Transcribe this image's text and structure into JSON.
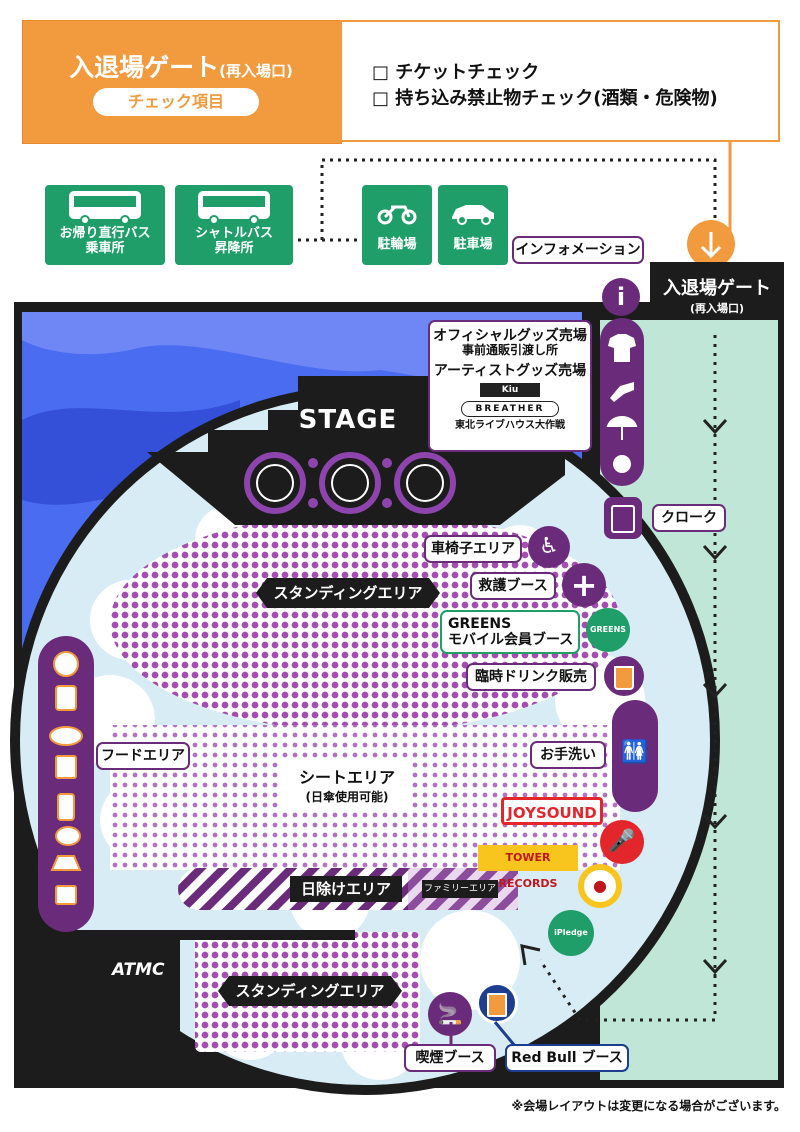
{
  "header": {
    "title": "入退場ゲート",
    "title_suffix": "(再入場口)",
    "badge": "チェック項目",
    "checklist": [
      "□ チケットチェック",
      "□ 持ち込み禁止物チェック(酒類・危険物)"
    ]
  },
  "transport": {
    "direct_bus": "お帰り直行バス\n乗車所",
    "shuttle_bus": "シャトルバス\n昇降所",
    "bike_parking": "駐輪場",
    "car_parking": "駐車場"
  },
  "gate": {
    "title": "入退場ゲート",
    "subtitle": "(再入場口)"
  },
  "venue": {
    "stage": "STAGE",
    "standing_front": "スタンディングエリア",
    "seat_area": "シートエリア",
    "seat_note": "(日傘使用可能)",
    "shade_area": "日除けエリア",
    "family_area": "ファミリーエリア",
    "standing_back": "スタンディングエリア",
    "atmc": "ATMC"
  },
  "facilities": {
    "information": "インフォメーション",
    "goods_official": "オフィシャルグッズ売場",
    "goods_preorder": "事前通販引渡し所",
    "goods_artist": "アーティストグッズ売場",
    "brand_kiu": "Kiu",
    "brand_breather": "BREATHER",
    "brand_livehouse": "東北ライブハウス大作戦",
    "cloak": "クローク",
    "wheelchair": "車椅子エリア",
    "first_aid": "救護ブース",
    "greens_line1": "GREENS",
    "greens_line2": "モバイル会員ブース",
    "greens_logo": "GREENS",
    "drink": "臨時ドリンク販売",
    "restroom": "お手洗い",
    "food": "フードエリア",
    "joysound": "JOYSOUND",
    "tower": "TOWER RECORDS",
    "ipledge": "iPledge",
    "smoking": "喫煙ブース",
    "redbull": "Red Bull ブース"
  },
  "footer_note": "※会場レイアウトは変更になる場合がございます。",
  "colors": {
    "orange": "#f19a3e",
    "purple": "#6a2c7a",
    "green": "#1f9e6a",
    "mint": "#bfe6d7",
    "blue": "#4a6cf0"
  }
}
